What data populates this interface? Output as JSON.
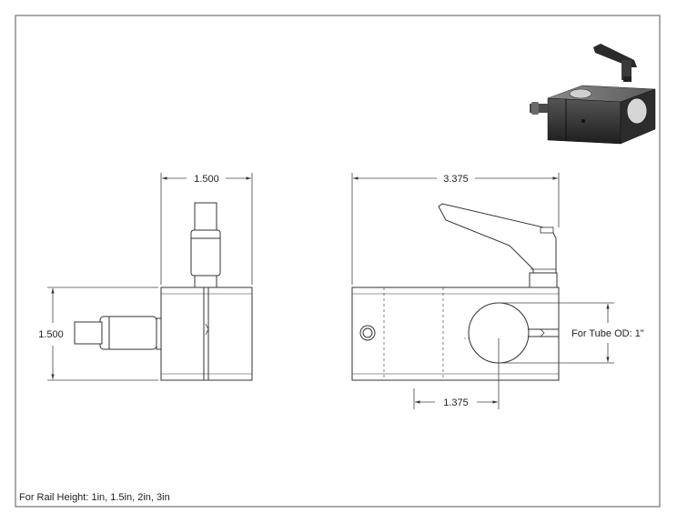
{
  "dimensions": {
    "side_width": "1.500",
    "side_height": "1.500",
    "front_width": "3.375",
    "hole_offset": "1.375"
  },
  "notes": {
    "tube_od": "For Tube OD: 1\"",
    "rail_height": "For Rail Height: 1in, 1.5in, 2in, 3in"
  },
  "colors": {
    "line": "#333333",
    "dimension": "#444444",
    "body_dark": "#3a3a3a"
  }
}
